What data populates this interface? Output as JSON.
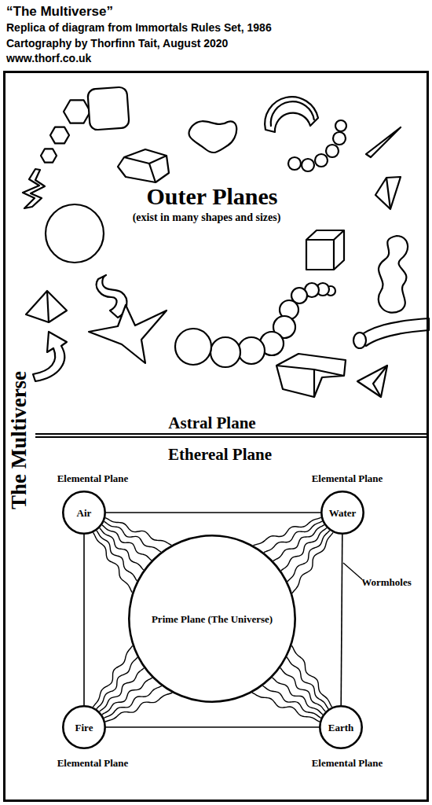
{
  "diagram": {
    "title": "“The Multiverse”",
    "nodes": [
      {
        "text": [
          "The Multiverse"
        ]
      },
      {
        "text": [
          "Outer Planes",
          "(exist in many shapes and sizes)",
          "Astral Plane"
        ],
        "in": 0
      },
      {
        "text": [
          "Ethereal Plane"
        ],
        "in": 0
      },
      {
        "text": [
          "Elemental Plane",
          "Air"
        ],
        "in": 2
      },
      {
        "text": [
          "Elemental Plane",
          "Water"
        ],
        "in": 2
      },
      {
        "text": [
          "Prime Plane (The Universe)"
        ],
        "in": 2
      },
      {
        "text": [
          "Elemental Plane",
          "Fire"
        ],
        "in": 2
      },
      {
        "text": [
          "Elemental Plane",
          "Earth"
        ],
        "in": 2
      }
    ],
    "edges": [
      {
        "from": 3,
        "to": 4,
        "arrow": "none"
      },
      {
        "from": 4,
        "to": 7,
        "arrow": "none"
      },
      {
        "from": 7,
        "to": 6,
        "arrow": "none"
      },
      {
        "from": 6,
        "to": 3,
        "arrow": "none"
      },
      {
        "from": 3,
        "to": 5,
        "arrow": "none"
      },
      {
        "from": 4,
        "to": 5,
        "arrow": "none"
      },
      {
        "from": 6,
        "to": 5,
        "arrow": "none"
      },
      {
        "from": 7,
        "to": 5,
        "arrow": "none"
      }
    ],
    "labels": [
      "Replica of diagram from Immortals Rules Set, 1986",
      "Cartography by Thorfinn Tait, August 2020",
      "www.thorf.co.uk",
      "Wormholes"
    ]
  }
}
